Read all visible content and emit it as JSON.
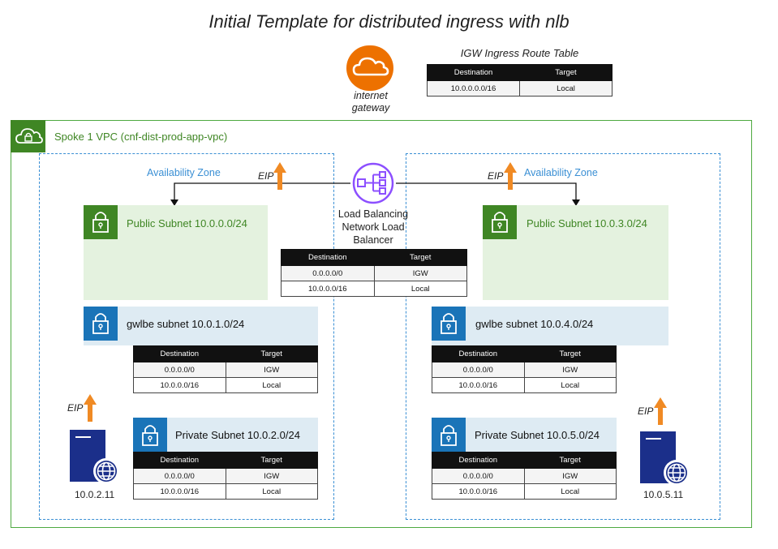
{
  "title": "Initial Template for distributed ingress with nlb",
  "igw": {
    "label_line1": "internet",
    "label_line2": "gateway",
    "route_table": {
      "title": "IGW Ingress Route Table",
      "headers": [
        "Destination",
        "Target"
      ],
      "rows": [
        [
          "10.0.0.0.0/16",
          "Local"
        ]
      ]
    }
  },
  "vpc": {
    "label": "Spoke 1 VPC (cnf-dist-prod-app-vpc)"
  },
  "availability_zone_label": "Availability Zone",
  "eip_label": "EIP",
  "nlb": {
    "label_line1": "Load Balancing",
    "label_line2": "Network Load",
    "label_line3": "Balancer",
    "route_table": {
      "headers": [
        "Destination",
        "Target"
      ],
      "rows": [
        [
          "0.0.0.0/0",
          "IGW"
        ],
        [
          "10.0.0.0/16",
          "Local"
        ]
      ]
    }
  },
  "left_az": {
    "public_subnet": "Public Subnet 10.0.0.0/24",
    "gwlbe_subnet": "gwlbe subnet 10.0.1.0/24",
    "gwlbe_route_table": {
      "headers": [
        "Destination",
        "Target"
      ],
      "rows": [
        [
          "0.0.0.0/0",
          "IGW"
        ],
        [
          "10.0.0.0/16",
          "Local"
        ]
      ]
    },
    "private_subnet": "Private Subnet 10.0.2.0/24",
    "private_route_table": {
      "headers": [
        "Destination",
        "Target"
      ],
      "rows": [
        [
          "0.0.0.0/0",
          "IGW"
        ],
        [
          "10.0.0.0/16",
          "Local"
        ]
      ]
    },
    "server_ip": "10.0.2.11"
  },
  "right_az": {
    "public_subnet": "Public Subnet 10.0.3.0/24",
    "gwlbe_subnet": "gwlbe subnet 10.0.4.0/24",
    "gwlbe_route_table": {
      "headers": [
        "Destination",
        "Target"
      ],
      "rows": [
        [
          "0.0.0.0/0",
          "IGW"
        ],
        [
          "10.0.0.0/16",
          "Local"
        ]
      ]
    },
    "private_subnet": "Private Subnet 10.0.5.0/24",
    "private_route_table": {
      "headers": [
        "Destination",
        "Target"
      ],
      "rows": [
        [
          "0.0.0.0/0",
          "IGW"
        ],
        [
          "10.0.0.0/16",
          "Local"
        ]
      ]
    },
    "server_ip": "10.0.5.11"
  },
  "colors": {
    "vpc_green": "#3f8624",
    "az_blue": "#3a8fd4",
    "public_subnet_fill": "#e4f2df",
    "private_subnet_fill": "#deebf3",
    "subnet_icon_blue": "#1a74b8",
    "igw_orange": "#ed7100",
    "nlb_purple": "#8c4fff",
    "server_navy": "#1b2f8a",
    "eip_arrow_orange": "#f08a24"
  },
  "icons": {
    "igw": "cloud-icon",
    "vpc": "vpc-cloud-lock-icon",
    "subnet": "padlock-icon",
    "nlb": "network-load-balancer-icon",
    "server": "server-globe-icon",
    "eip": "up-arrow-icon"
  }
}
